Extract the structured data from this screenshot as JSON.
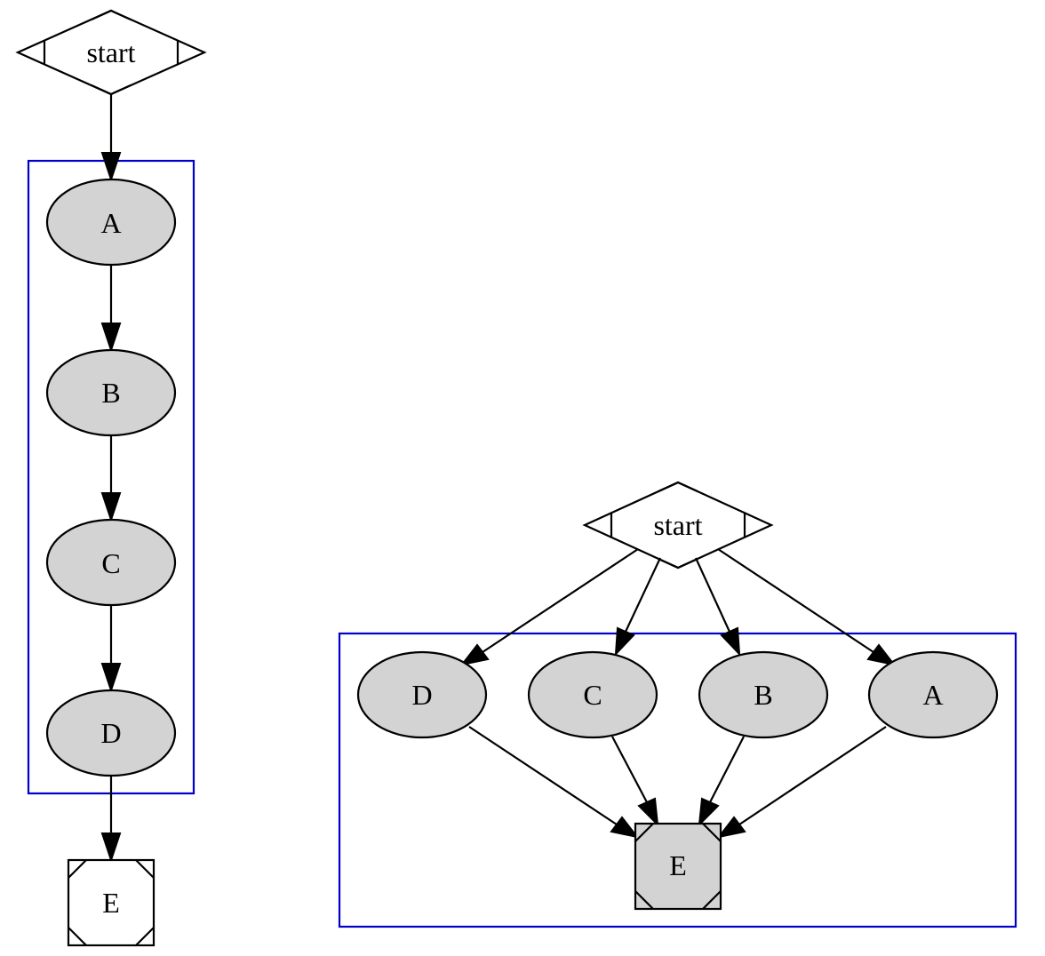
{
  "graphs": [
    {
      "start": "start",
      "nodes": [
        "A",
        "B",
        "C",
        "D"
      ],
      "end": "E"
    },
    {
      "start": "start",
      "nodes": [
        "D",
        "C",
        "B",
        "A"
      ],
      "end": "E"
    }
  ],
  "colors": {
    "cluster_border": "#0000cc",
    "node_fill": "#d3d3d3",
    "end_fill_left": "#ffffff",
    "end_fill_right": "#d3d3d3",
    "stroke": "#000000"
  }
}
